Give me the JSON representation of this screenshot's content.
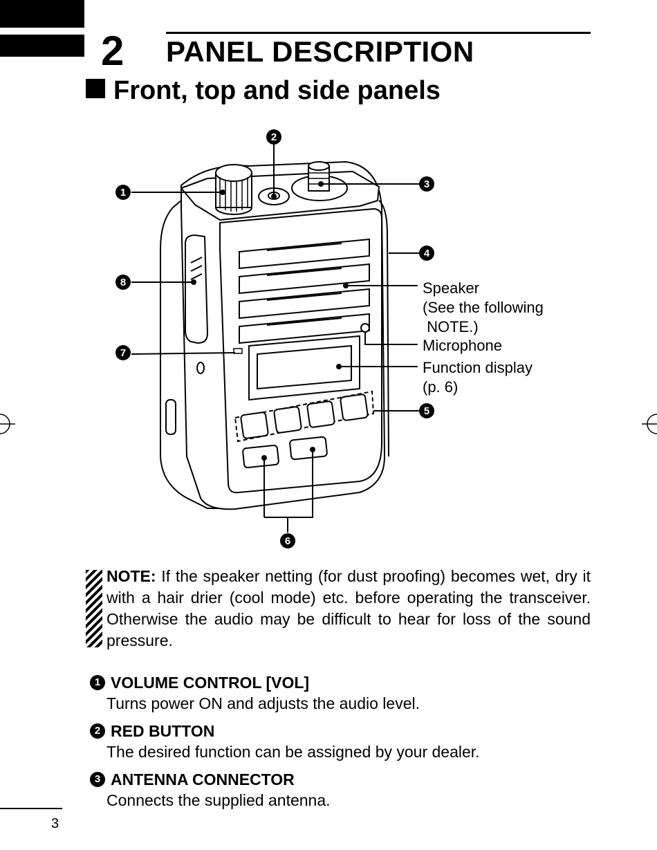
{
  "chapter": {
    "number": "2",
    "title": "PANEL DESCRIPTION"
  },
  "section": {
    "title": "Front, top and side panels"
  },
  "figure": {
    "callouts": {
      "c1": "1",
      "c2": "2",
      "c3": "3",
      "c4": "4",
      "c5": "5",
      "c6": "6",
      "c7": "7",
      "c8": "8"
    },
    "labels": {
      "speaker_line1": "Speaker",
      "speaker_line2": "(See the following",
      "speaker_line3": " NOTE.)",
      "microphone": "Microphone",
      "function_display_line1": "Function display",
      "function_display_line2": "(p. 6)"
    }
  },
  "note": {
    "label": "NOTE:",
    "text": " If the speaker netting (for dust proofing) becomes wet, dry it with a hair drier (cool mode) etc. before operating the transceiver. Otherwise the audio may be difficult to hear for loss of the sound pressure."
  },
  "items": [
    {
      "num": "1",
      "title": "VOLUME CONTROL [VOL]",
      "desc": "Turns power ON and adjusts the audio level."
    },
    {
      "num": "2",
      "title": "RED BUTTON",
      "desc": "The desired function can be assigned by your dealer."
    },
    {
      "num": "3",
      "title": "ANTENNA CONNECTOR",
      "desc": "Connects the supplied antenna."
    }
  ],
  "page_number": "3"
}
